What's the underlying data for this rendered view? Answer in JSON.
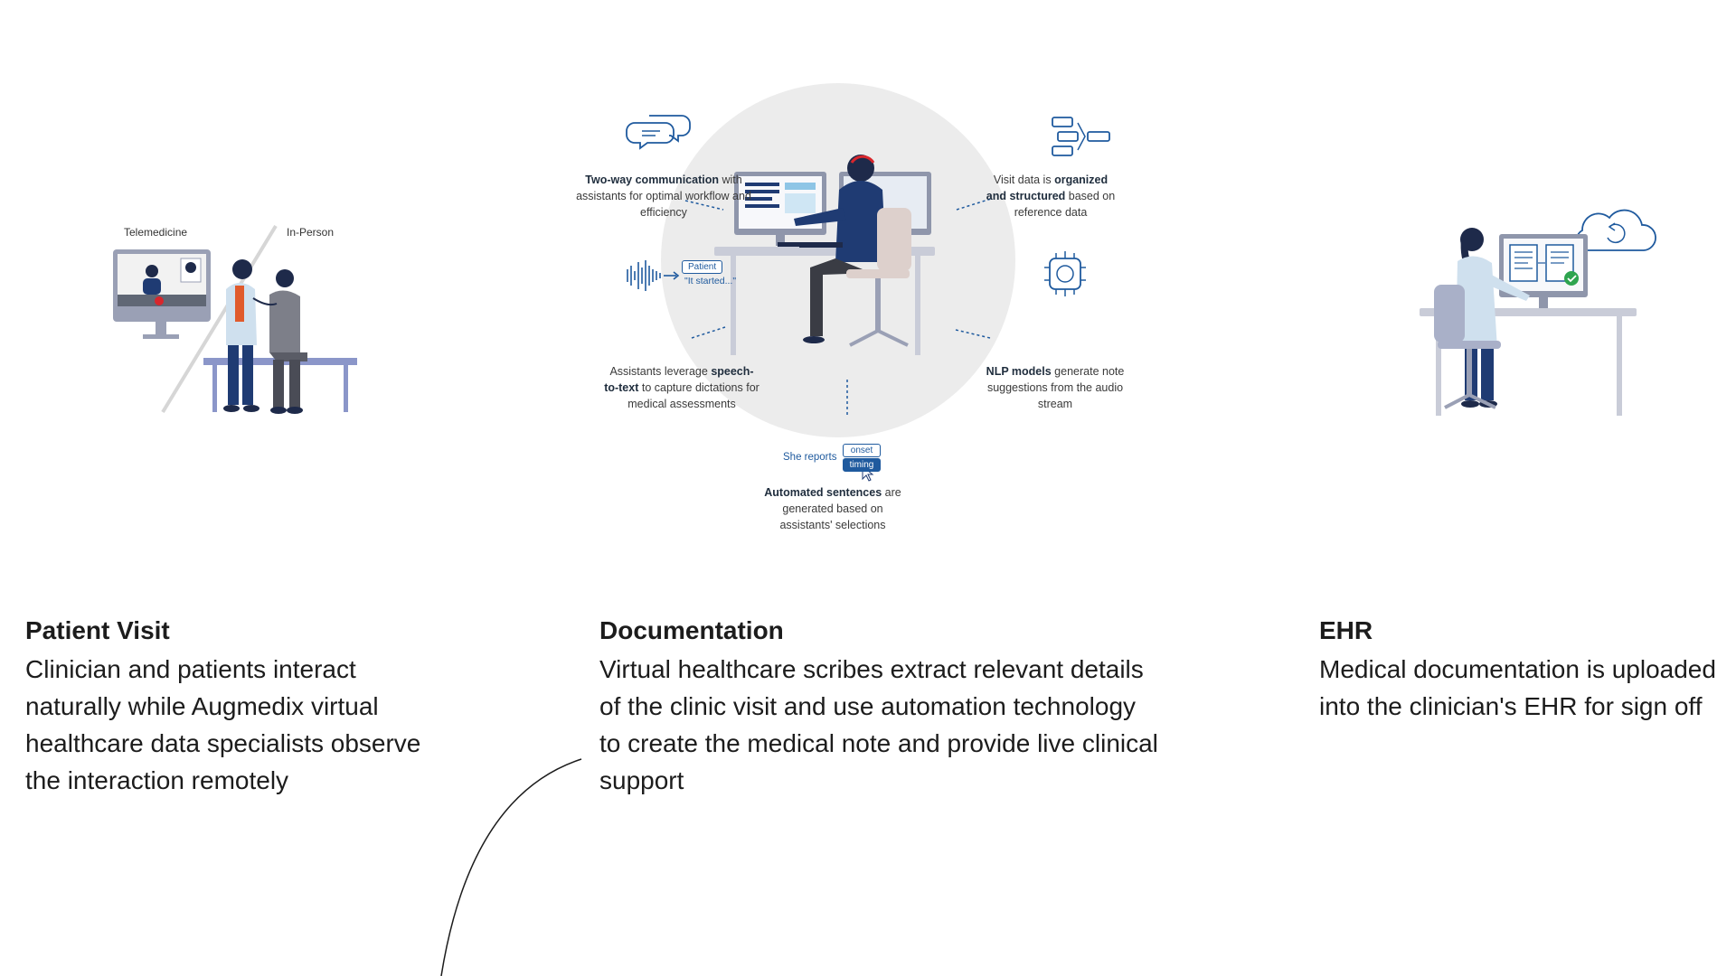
{
  "left_illustration": {
    "telemedicine_label": "Telemedicine",
    "in_person_label": "In-Person"
  },
  "center_diagram": {
    "two_way": {
      "bold": "Two-way communication",
      "rest": "with assistants for optimal workflow and efficiency"
    },
    "visit_data": {
      "pre": "Visit data is",
      "bold": "organized and structured",
      "rest": "based on reference data"
    },
    "speech": {
      "pre": "Assistants leverage",
      "bold": "speech-to-text",
      "rest": "to capture dictations for medical assessments"
    },
    "speech_tag": "Patient",
    "speech_quote": "\"It started...\"",
    "nlp": {
      "bold": "NLP models",
      "rest": "generate note suggestions from the audio stream"
    },
    "sentence_prefix": "She reports",
    "option_onset": "onset",
    "option_timing": "timing",
    "automated": {
      "bold": "Automated sentences",
      "rest": "are generated based on assistants' selections"
    }
  },
  "steps": [
    {
      "title": "Patient Visit",
      "body": "Clinician and patients interact naturally while Augmedix virtual healthcare data specialists observe the interaction remotely"
    },
    {
      "title": "Documentation",
      "body": "Virtual healthcare scribes extract relevant details of the clinic visit and use automation technology to create the medical note and provide live clinical support"
    },
    {
      "title": "EHR",
      "body": "Medical documentation is uploaded into the clinician's EHR for sign off"
    }
  ],
  "colors": {
    "accent_blue": "#1f5a9e",
    "navy": "#1f3b73",
    "circle_gray": "#ececec",
    "desk": "#c9ccd8"
  }
}
